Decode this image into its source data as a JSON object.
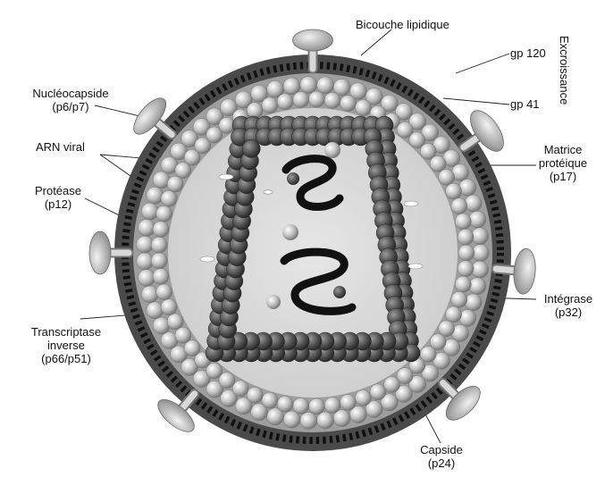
{
  "labels": {
    "bicouche": "Bicouche lipidique",
    "excroissance": "Excroissance",
    "gp120": "gp 120",
    "gp41": "gp 41",
    "nucleocapside": [
      "Nucléocapside",
      "(p6/p7)"
    ],
    "arn": "ARN viral",
    "matrice": [
      "Matrice",
      "protéique",
      "(p17)"
    ],
    "protease": [
      "Protéase",
      "(p12)"
    ],
    "integrase": [
      "Intégrase",
      "(p32)"
    ],
    "transcriptase": [
      "Transcriptase",
      "inverse",
      "(p66/p51)"
    ],
    "capside": [
      "Capside",
      "(p24)"
    ]
  }
}
